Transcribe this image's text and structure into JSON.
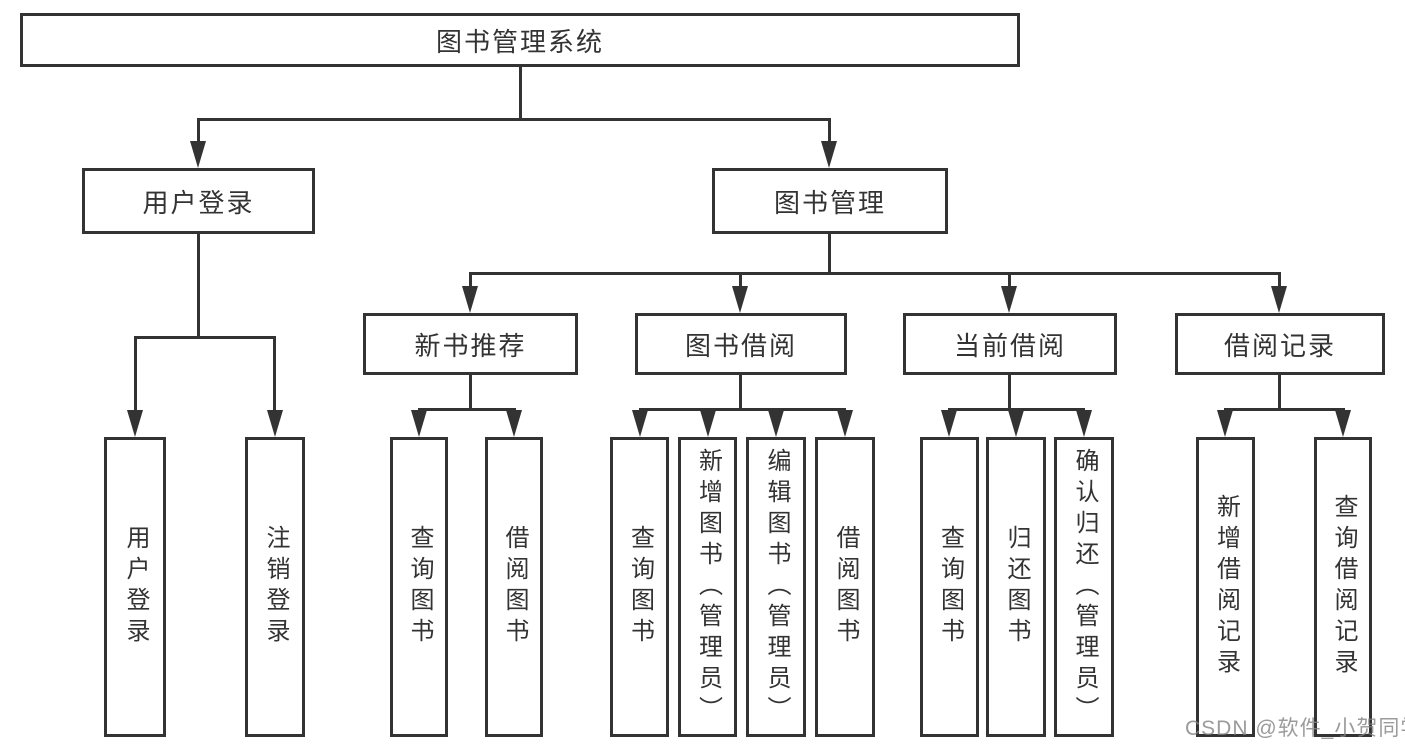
{
  "tree": {
    "root": {
      "label": "图书管理系统",
      "children": [
        {
          "label": "用户登录",
          "children": [
            {
              "label": "用户登录"
            },
            {
              "label": "注销登录"
            }
          ]
        },
        {
          "label": "图书管理",
          "children": [
            {
              "label": "新书推荐",
              "children": [
                {
                  "label": "查询图书"
                },
                {
                  "label": "借阅图书"
                }
              ]
            },
            {
              "label": "图书借阅",
              "children": [
                {
                  "label": "查询图书"
                },
                {
                  "label": "新增图书（管理员）"
                },
                {
                  "label": "编辑图书（管理员）"
                },
                {
                  "label": "借阅图书"
                }
              ]
            },
            {
              "label": "当前借阅",
              "children": [
                {
                  "label": "查询图书"
                },
                {
                  "label": "归还图书"
                },
                {
                  "label": "确认归还（管理员）"
                }
              ]
            },
            {
              "label": "借阅记录",
              "children": [
                {
                  "label": "新增借阅记录"
                },
                {
                  "label": "查询借阅记录"
                }
              ]
            }
          ]
        }
      ]
    }
  },
  "watermark": {
    "text": "CSDN @软件_小贺同学"
  },
  "colors": {
    "line": "#333333",
    "text": "#333333",
    "box_fill": "#ffffff",
    "watermark": "#828282",
    "background": "#ffffff"
  }
}
